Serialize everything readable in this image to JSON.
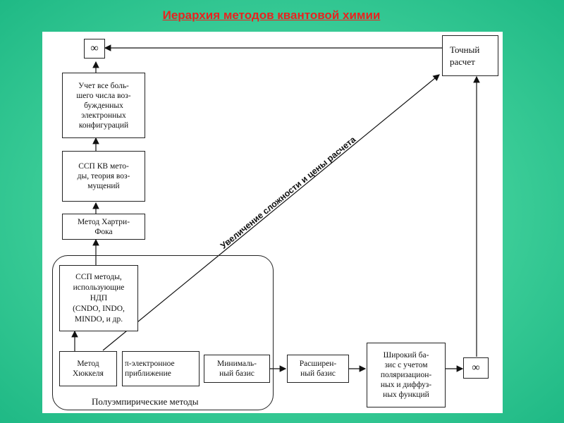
{
  "title": "Иерархия методов квантовой химии",
  "diagram": {
    "left_column": {
      "infinity_top": "∞",
      "all_excited": "Учет все боль-\nшего числа воз-\nбужденных\nэлектронных\nконфигураций",
      "scf_ci": "ССП КВ мето-\nды, теория воз-\nмущений",
      "hartree_fock": "Метод Хартри-\nФока",
      "scf_ndp": "ССП методы,\nиспользующие\nНДП\n(CNDO, INDO,\nMINDO, и др."
    },
    "bottom_row": {
      "huckel": "Метод\nХюккеля",
      "pi_electron": "π-электронное\nприближение",
      "minimal_basis": "Минималь-\nный базис",
      "extended_basis": "Расширен-\nный базис",
      "wide_basis": "Широкий ба-\nзис с учетом\nполяризацион-\nных и диффуз-\nных функций",
      "infinity_right": "∞"
    },
    "exact": "Точный\nрасчет",
    "semiempirical_label": "Полуэмпирические методы",
    "diagonal_label": "Увеличение сложности и цены расчета"
  }
}
